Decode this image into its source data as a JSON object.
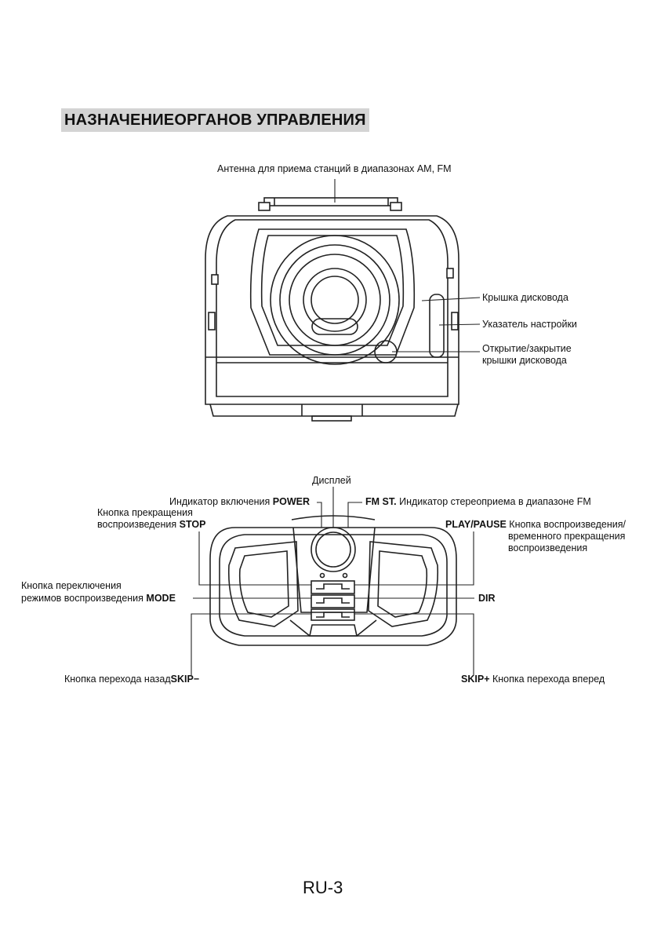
{
  "title": "НАЗНАЧЕНИЕОРГАНОВ УПРАВЛЕНИЯ",
  "front": {
    "antenna": "Антенна для приема станций в диапазонах AM, FM",
    "lid": "Крышка дисковода",
    "tuning": "Указатель настройки",
    "open_close_1": "Открытие/закрытие",
    "open_close_2": "крышки дисковода"
  },
  "top": {
    "display": "Дисплей",
    "power_prefix": "Индикатор включения",
    "power_key": "POWER",
    "fmst_key": "FM ST.",
    "fmst_desc": "Индикатор стереоприема в диапазоне FM",
    "stop_desc_1": "Кнопка прекращения",
    "stop_desc_2": "воспроизведения",
    "stop_key": "STOP",
    "play_key": "PLAY/PAUSE",
    "play_desc_1": "Кнопка воспроизведения/",
    "play_desc_2": "временного прекращения",
    "play_desc_3": "воспроизведения",
    "mode_desc_1": "Кнопка переключения",
    "mode_desc_2": "режимов воспроизведения",
    "mode_key": "MODE",
    "dir_key": "DIR",
    "skipb_desc": "Кнопка перехода назад",
    "skipb_key": "SKIP",
    "skipb_sign": "−",
    "skipf_key": "SKIP",
    "skipf_sign": "+",
    "skipf_desc": "Кнопка перехода вперед"
  },
  "page_number": "RU-3"
}
